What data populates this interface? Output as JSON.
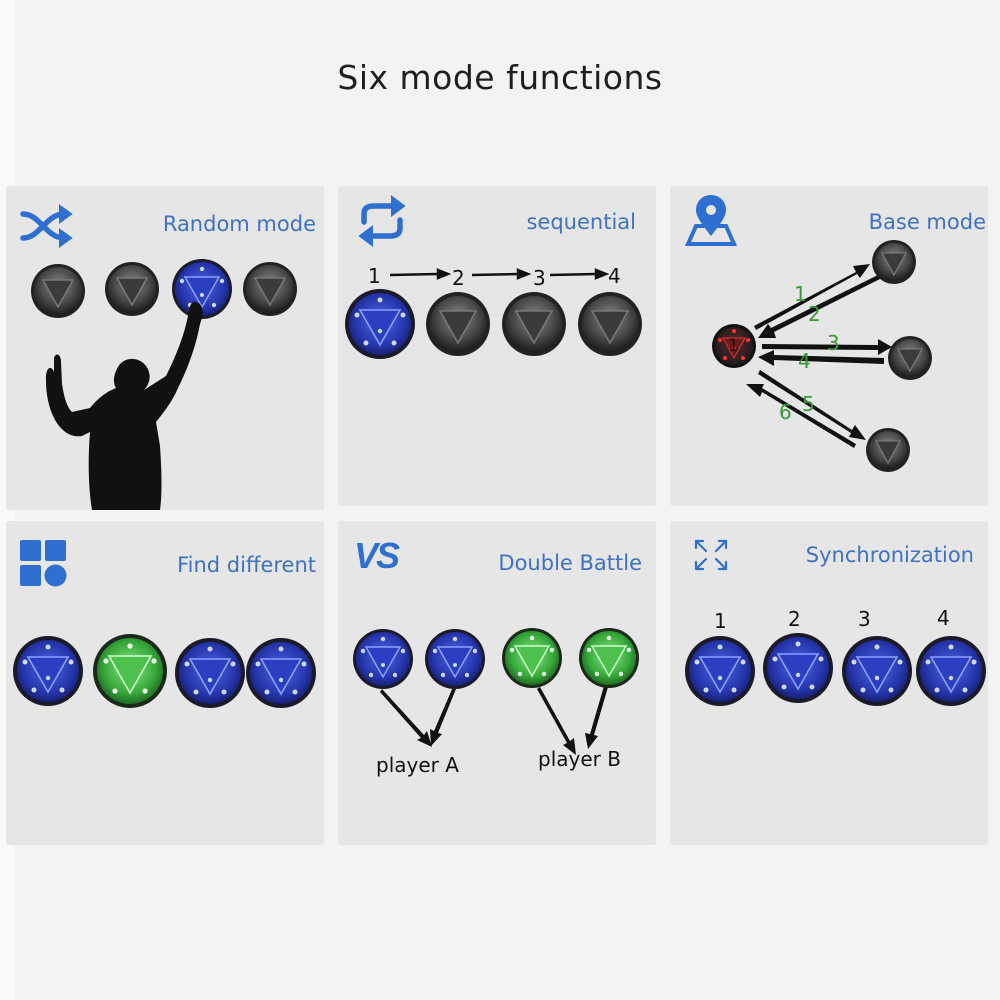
{
  "page": {
    "title": "Six mode functions"
  },
  "colors": {
    "accent_blue": "#2f6fd0",
    "label_blue": "#3f71c4",
    "green_number": "#3a9a3a",
    "led_blue": "#2a3fc4",
    "led_green": "#38b038",
    "led_red": "#c02020"
  },
  "panels": [
    {
      "id": "random",
      "label": "Random mode",
      "icon": "shuffle-icon"
    },
    {
      "id": "sequential",
      "label": "sequential",
      "icon": "repeat-icon",
      "steps": [
        "1",
        "2",
        "3",
        "4"
      ]
    },
    {
      "id": "base",
      "label": "Base mode",
      "icon": "map-pin-icon",
      "center_label": "1",
      "arrow_numbers": [
        "1",
        "2",
        "3",
        "4",
        "5",
        "6"
      ]
    },
    {
      "id": "find",
      "label": "Find different",
      "icon": "grid-icon"
    },
    {
      "id": "battle",
      "label": "Double Battle",
      "icon": "vs-icon",
      "icon_text": "VS",
      "players": [
        "player A",
        "player B"
      ]
    },
    {
      "id": "sync",
      "label": "Synchronization",
      "icon": "expand-icon",
      "numbers": [
        "1",
        "2",
        "3",
        "4"
      ]
    }
  ]
}
